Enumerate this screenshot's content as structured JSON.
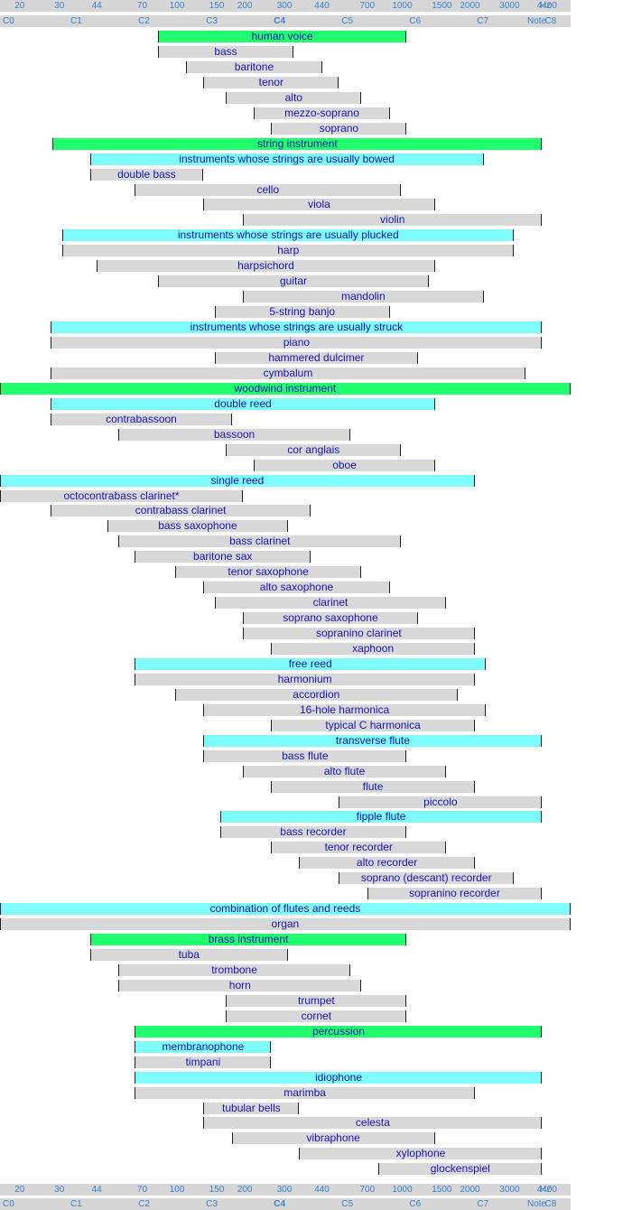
{
  "chart_data": {
    "type": "range-bar",
    "x_scale": "log",
    "xlim_hz": [
      16.35,
      5600
    ],
    "colors": {
      "family": "#22ff6e",
      "subfamily": "#7ffcfc",
      "instrument": "#d8d8d8",
      "label": "#1616b4",
      "scale_bg": "#d6d6d6",
      "scale_text": "#3a82d4"
    },
    "hz_ticks": [
      {
        "label": "20",
        "hz": 20
      },
      {
        "label": "30",
        "hz": 30
      },
      {
        "label": "44",
        "hz": 44
      },
      {
        "label": "70",
        "hz": 70
      },
      {
        "label": "100",
        "hz": 100
      },
      {
        "label": "150",
        "hz": 150
      },
      {
        "label": "200",
        "hz": 200
      },
      {
        "label": "300",
        "hz": 300
      },
      {
        "label": "440",
        "hz": 440
      },
      {
        "label": "700",
        "hz": 700
      },
      {
        "label": "1000",
        "hz": 1000
      },
      {
        "label": "1500",
        "hz": 1500
      },
      {
        "label": "2000",
        "hz": 2000
      },
      {
        "label": "3000",
        "hz": 3000
      },
      {
        "label": "4400",
        "hz": 4400
      }
    ],
    "hz_unit": "Hz",
    "note_ticks": [
      {
        "label": "C0",
        "hz": 16.35
      },
      {
        "label": "C1",
        "hz": 32.7
      },
      {
        "label": "C2",
        "hz": 65.41
      },
      {
        "label": "C3",
        "hz": 130.81
      },
      {
        "label": "C4",
        "hz": 261.63,
        "bold": true
      },
      {
        "label": "C5",
        "hz": 523.25
      },
      {
        "label": "C6",
        "hz": 1046.5
      },
      {
        "label": "C7",
        "hz": 2093
      },
      {
        "label": "C8",
        "hz": 4186
      }
    ],
    "note_unit": "Note",
    "bars": [
      {
        "label": "human voice",
        "level": "family",
        "low": 82,
        "high": 1047
      },
      {
        "label": "bass",
        "level": "instrument",
        "low": 82,
        "high": 330
      },
      {
        "label": "baritone",
        "level": "instrument",
        "low": 110,
        "high": 440
      },
      {
        "label": "tenor",
        "level": "instrument",
        "low": 131,
        "high": 523
      },
      {
        "label": "alto",
        "level": "instrument",
        "low": 165,
        "high": 659
      },
      {
        "label": "mezzo-soprano",
        "level": "instrument",
        "low": 220,
        "high": 880
      },
      {
        "label": "soprano",
        "level": "instrument",
        "low": 262,
        "high": 1047
      },
      {
        "label": "string instrument",
        "level": "family",
        "low": 28,
        "high": 4186
      },
      {
        "label": "instruments whose strings are usually bowed",
        "level": "subfamily",
        "low": 41,
        "high": 2300
      },
      {
        "label": "double bass",
        "level": "instrument",
        "low": 41,
        "high": 131
      },
      {
        "label": "cello",
        "level": "instrument",
        "low": 65,
        "high": 988
      },
      {
        "label": "viola",
        "level": "instrument",
        "low": 131,
        "high": 1397
      },
      {
        "label": "violin",
        "level": "instrument",
        "low": 196,
        "high": 4186
      },
      {
        "label": "instruments whose strings are usually plucked",
        "level": "subfamily",
        "low": 31,
        "high": 3136
      },
      {
        "label": "harp",
        "level": "instrument",
        "low": 31,
        "high": 3136
      },
      {
        "label": "harpsichord",
        "level": "instrument",
        "low": 44,
        "high": 1397
      },
      {
        "label": "guitar",
        "level": "instrument",
        "low": 82,
        "high": 1319
      },
      {
        "label": "mandolin",
        "level": "instrument",
        "low": 196,
        "high": 2300
      },
      {
        "label": "5-string banjo",
        "level": "instrument",
        "low": 147,
        "high": 880
      },
      {
        "label": "instruments whose strings are usually struck",
        "level": "subfamily",
        "low": 27.5,
        "high": 4186
      },
      {
        "label": "piano",
        "level": "instrument",
        "low": 27.5,
        "high": 4186
      },
      {
        "label": "hammered dulcimer",
        "level": "instrument",
        "low": 147,
        "high": 1175
      },
      {
        "label": "cymbalum",
        "level": "instrument",
        "low": 27.5,
        "high": 3520
      },
      {
        "label": "woodwind instrument",
        "level": "family",
        "low": 16.35,
        "high": 5588
      },
      {
        "label": "double reed",
        "level": "subfamily",
        "low": 27.5,
        "high": 1397
      },
      {
        "label": "contrabassoon",
        "level": "instrument",
        "low": 27.5,
        "high": 175
      },
      {
        "label": "bassoon",
        "level": "instrument",
        "low": 55,
        "high": 587
      },
      {
        "label": "cor anglais",
        "level": "instrument",
        "low": 165,
        "high": 988
      },
      {
        "label": "oboe",
        "level": "instrument",
        "low": 220,
        "high": 1397
      },
      {
        "label": "single reed",
        "level": "subfamily",
        "low": 16.35,
        "high": 2100
      },
      {
        "label": "octocontrabass clarinet*",
        "level": "instrument",
        "low": 16.35,
        "high": 196
      },
      {
        "label": "contrabass clarinet",
        "level": "instrument",
        "low": 27.5,
        "high": 392
      },
      {
        "label": "bass saxophone",
        "level": "instrument",
        "low": 49,
        "high": 311
      },
      {
        "label": "bass clarinet",
        "level": "instrument",
        "low": 55,
        "high": 988
      },
      {
        "label": "baritone sax",
        "level": "instrument",
        "low": 65,
        "high": 392
      },
      {
        "label": "tenor saxophone",
        "level": "instrument",
        "low": 98,
        "high": 659
      },
      {
        "label": "alto saxophone",
        "level": "instrument",
        "low": 131,
        "high": 880
      },
      {
        "label": "clarinet",
        "level": "instrument",
        "low": 147,
        "high": 1568
      },
      {
        "label": "soprano saxophone",
        "level": "instrument",
        "low": 196,
        "high": 1175
      },
      {
        "label": "sopranino clarinet",
        "level": "instrument",
        "low": 196,
        "high": 2100
      },
      {
        "label": "xaphoon",
        "level": "instrument",
        "low": 262,
        "high": 2100
      },
      {
        "label": "free reed",
        "level": "subfamily",
        "low": 65,
        "high": 2350
      },
      {
        "label": "harmonium",
        "level": "instrument",
        "low": 65,
        "high": 2100
      },
      {
        "label": "accordion",
        "level": "instrument",
        "low": 98,
        "high": 1760
      },
      {
        "label": "16-hole harmonica",
        "level": "instrument",
        "low": 131,
        "high": 2350
      },
      {
        "label": "typical C harmonica",
        "level": "instrument",
        "low": 262,
        "high": 2100
      },
      {
        "label": "transverse flute",
        "level": "subfamily",
        "low": 131,
        "high": 4186
      },
      {
        "label": "bass flute",
        "level": "instrument",
        "low": 131,
        "high": 1047
      },
      {
        "label": "alto flute",
        "level": "instrument",
        "low": 196,
        "high": 1568
      },
      {
        "label": "flute",
        "level": "instrument",
        "low": 262,
        "high": 2100
      },
      {
        "label": "piccolo",
        "level": "instrument",
        "low": 523,
        "high": 4186
      },
      {
        "label": "fipple flute",
        "level": "subfamily",
        "low": 155,
        "high": 4186
      },
      {
        "label": "bass recorder",
        "level": "instrument",
        "low": 155,
        "high": 1047
      },
      {
        "label": "tenor recorder",
        "level": "instrument",
        "low": 262,
        "high": 1568
      },
      {
        "label": "alto recorder",
        "level": "instrument",
        "low": 349,
        "high": 2100
      },
      {
        "label": "soprano (descant) recorder",
        "level": "instrument",
        "low": 523,
        "high": 3136
      },
      {
        "label": "sopranino recorder",
        "level": "instrument",
        "low": 698,
        "high": 4186
      },
      {
        "label": "combination of flutes and reeds",
        "level": "subfamily",
        "low": 16.35,
        "high": 5588
      },
      {
        "label": "organ",
        "level": "instrument",
        "low": 16.35,
        "high": 5588
      },
      {
        "label": "brass instrument",
        "level": "family",
        "low": 41,
        "high": 1047
      },
      {
        "label": "tuba",
        "level": "instrument",
        "low": 41,
        "high": 311
      },
      {
        "label": "trombone",
        "level": "instrument",
        "low": 55,
        "high": 587
      },
      {
        "label": "horn",
        "level": "instrument",
        "low": 55,
        "high": 659
      },
      {
        "label": "trumpet",
        "level": "instrument",
        "low": 165,
        "high": 1047
      },
      {
        "label": "cornet",
        "level": "instrument",
        "low": 165,
        "high": 1047
      },
      {
        "label": "percussion",
        "level": "family",
        "low": 65,
        "high": 4186
      },
      {
        "label": "membranophone",
        "level": "subfamily",
        "low": 65,
        "high": 262
      },
      {
        "label": "timpani",
        "level": "instrument",
        "low": 65,
        "high": 262
      },
      {
        "label": "idiophone",
        "level": "subfamily",
        "low": 65,
        "high": 4186
      },
      {
        "label": "marimba",
        "level": "instrument",
        "low": 65,
        "high": 2100
      },
      {
        "label": "tubular bells",
        "level": "instrument",
        "low": 131,
        "high": 349
      },
      {
        "label": "celesta",
        "level": "instrument",
        "low": 131,
        "high": 4186
      },
      {
        "label": "vibraphone",
        "level": "instrument",
        "low": 175,
        "high": 1397
      },
      {
        "label": "xylophone",
        "level": "instrument",
        "low": 349,
        "high": 4186
      },
      {
        "label": "glockenspiel",
        "level": "instrument",
        "low": 784,
        "high": 4186
      }
    ]
  }
}
